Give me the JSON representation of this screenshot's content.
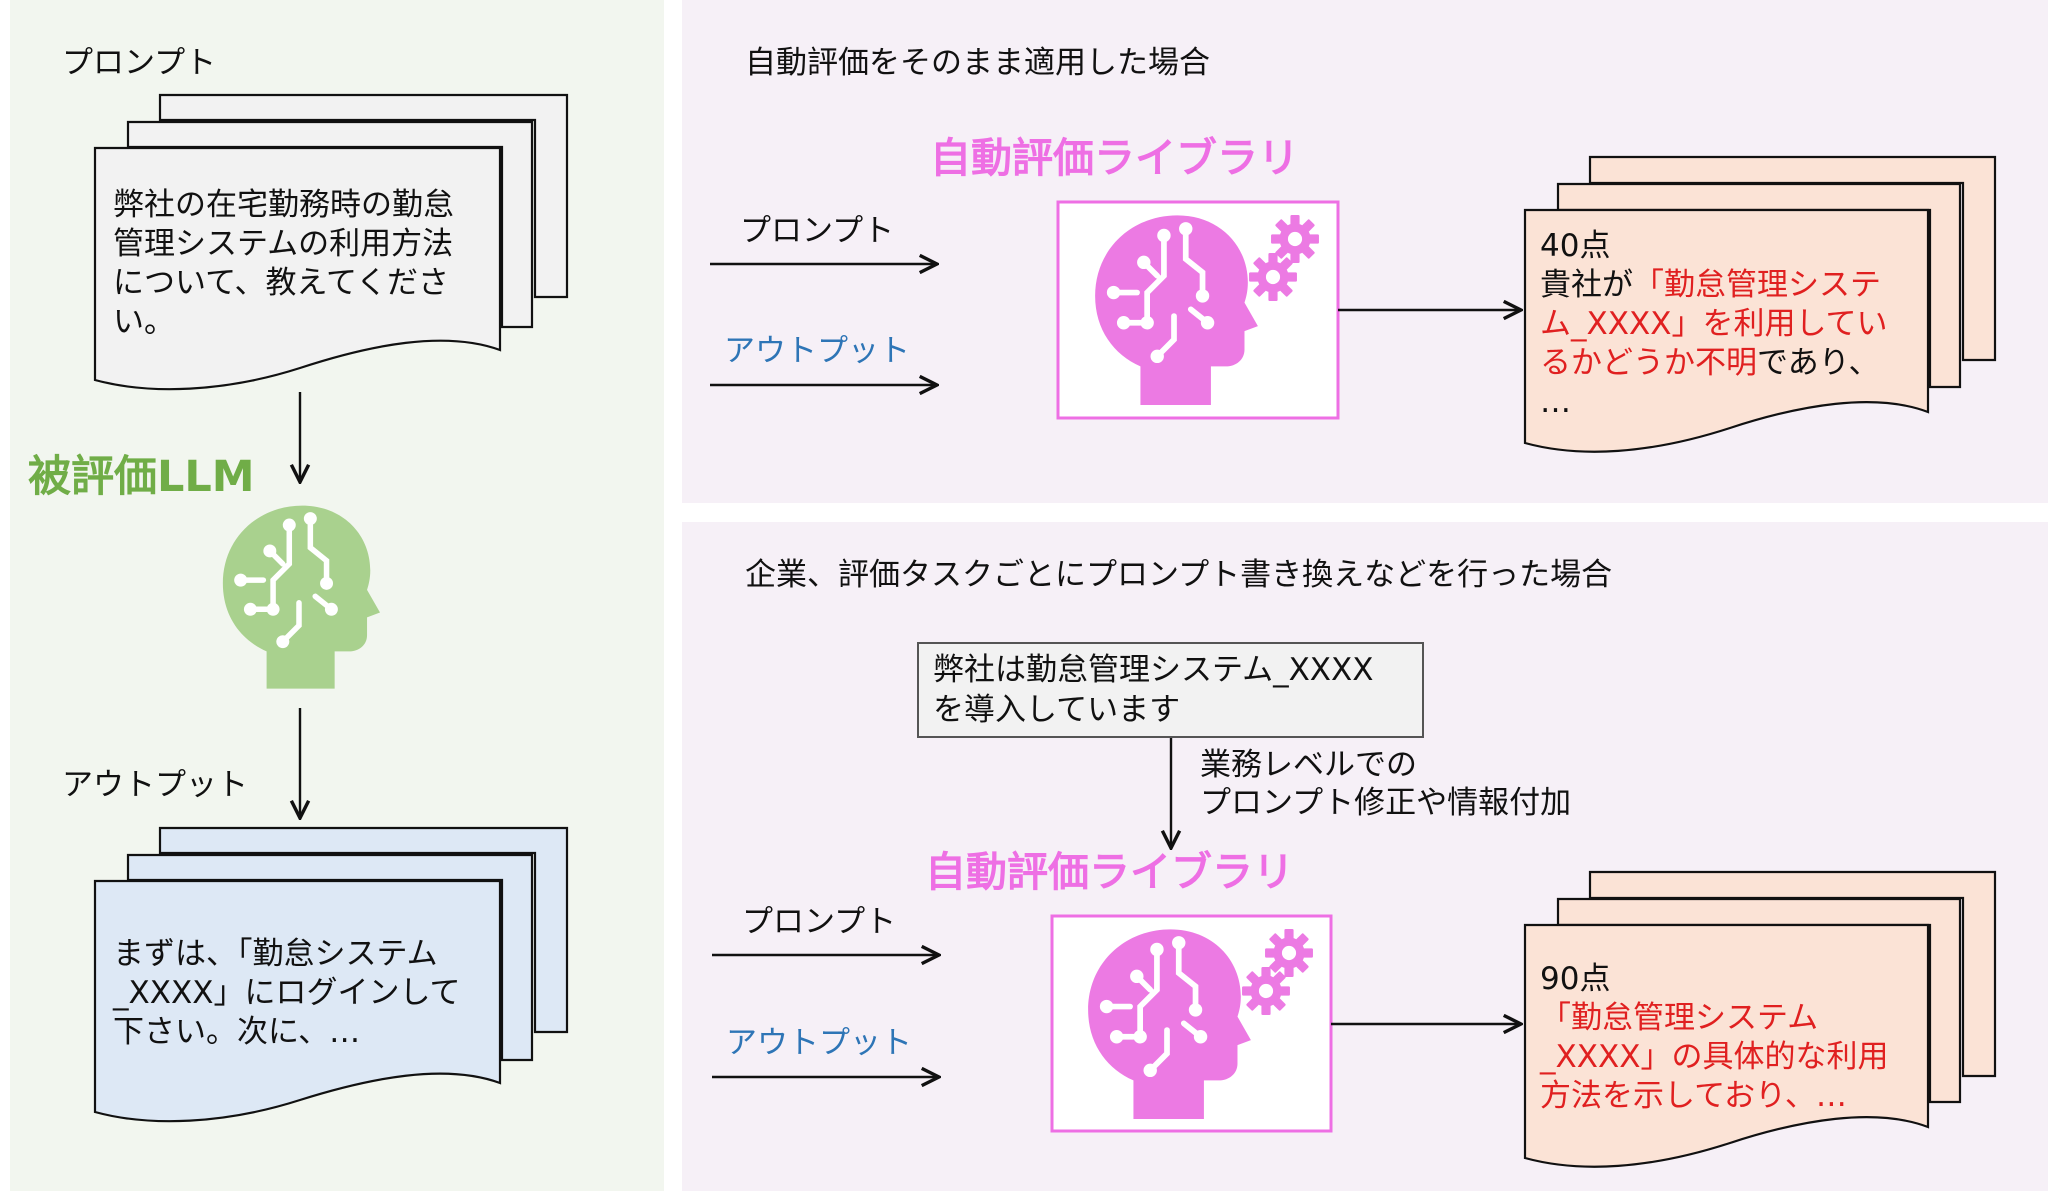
{
  "left": {
    "prompt_label": "プロンプト",
    "prompt_doc": [
      "弊社の在宅勤務時の勤怠",
      "管理システムの利用方法",
      "について、教えてくださ",
      "い。"
    ],
    "llm_title": "被評価LLM",
    "output_label": "アウトプット",
    "output_doc": [
      "まずは、「勤怠システム",
      "_XXXX」にログインして",
      "下さい。次に、…"
    ]
  },
  "top": {
    "heading": "自動評価をそのまま適用した場合",
    "lib_title": "自動評価ライブラリ",
    "in_prompt": "プロンプト",
    "in_output": "アウトプット",
    "result": {
      "score": "40点",
      "l1a": "貴社が",
      "l1b": "「勤怠管理システ",
      "l2a": "ム_XXXX」",
      "l2b": "を利用してい",
      "l3a": "るかどうか不明",
      "l3b": "であり、",
      "l4": "…"
    }
  },
  "bottom": {
    "heading": "企業、評価タスクごとにプロンプト書き換えなどを行った場合",
    "note": [
      "弊社は勤怠管理システム_XXXX",
      "を導入しています"
    ],
    "arrow_label": [
      "業務レベルでの",
      "プロンプト修正や情報付加"
    ],
    "lib_title": "自動評価ライブラリ",
    "in_prompt": "プロンプト",
    "in_output": "アウトプット",
    "result": {
      "score": "90点",
      "l1": "「勤怠管理システム",
      "l2a": "_XXXX」",
      "l2b": "の具体的な利用",
      "l3": "方法を示しており、…"
    }
  },
  "colors": {
    "llm_green": "#70ad47",
    "lib_pink": "#ee6fe4",
    "prompt_doc_fill": "#f2f2f2",
    "output_doc_fill": "#dde8f5",
    "result_doc_fill": "#fbe3d6",
    "highlight_red": "#e02020",
    "output_label_blue": "#2e75b6"
  },
  "icons": {
    "llm": "brain-circuit-head-icon",
    "evaluator": "brain-circuit-head-gears-icon"
  }
}
